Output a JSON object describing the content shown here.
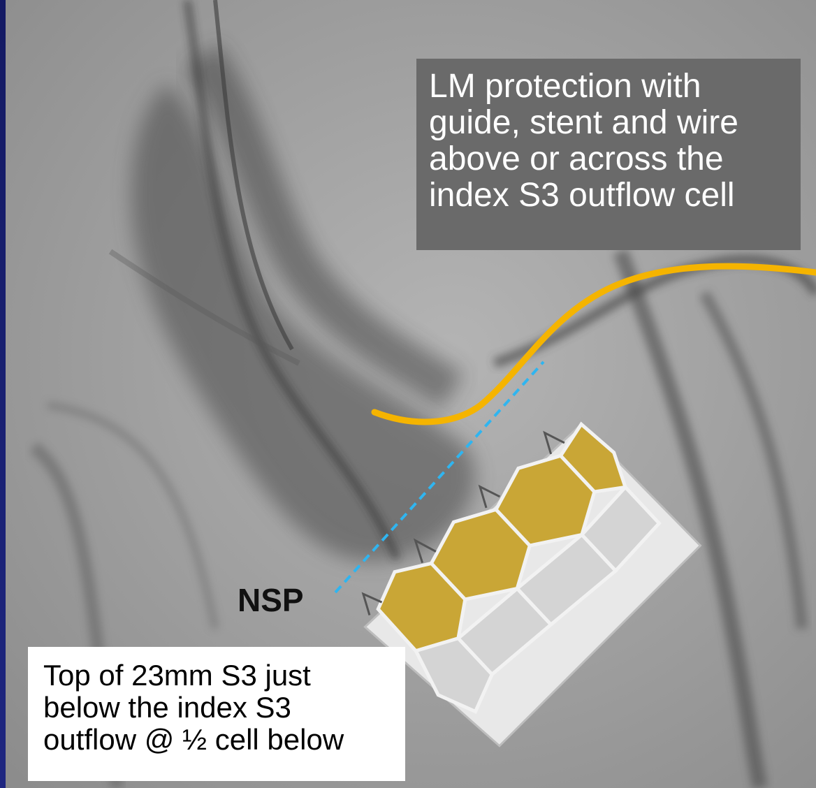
{
  "callout_top": {
    "lines": [
      "LM protection with",
      "guide, stent and wire",
      "above or across the",
      "index S3 outflow cell"
    ]
  },
  "label_nsp": "NSP",
  "callout_bottom": {
    "lines": [
      "Top of 23mm S3 just",
      "below the index S3",
      "outflow @ ½ cell below"
    ]
  },
  "colors": {
    "slide_border": "#1a1f6e",
    "wire": "#f5b400",
    "nsp_line": "#2fb5f0",
    "valve_leaflet": "#c9a636",
    "callout_top_bg": "#6a6a6a"
  }
}
